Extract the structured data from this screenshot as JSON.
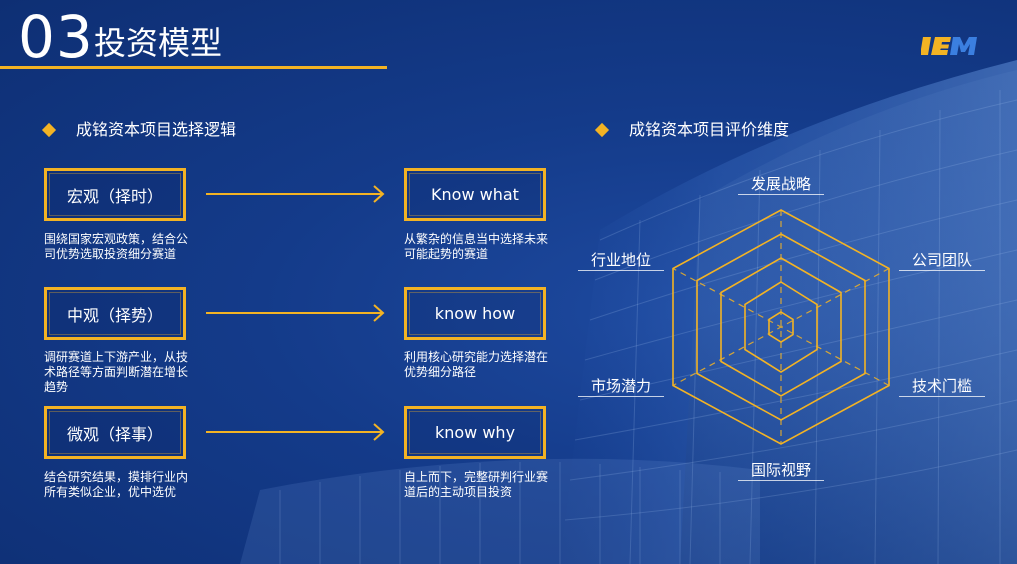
{
  "header": {
    "number": "03",
    "title": "投资模型",
    "logo_text": "IEM"
  },
  "left": {
    "heading": "成铭资本项目选择逻辑",
    "rows": [
      {
        "left_label": "宏观（择时）",
        "left_desc": "围绕国家宏观政策，结合公司优势选取投资细分赛道",
        "right_label": "Know what",
        "right_desc": "从繁杂的信息当中选择未来可能起势的赛道"
      },
      {
        "left_label": "中观（择势）",
        "left_desc": "调研赛道上下游产业，从技术路径等方面判断潜在增长趋势",
        "right_label": "know how",
        "right_desc": "利用核心研究能力选择潜在优势细分路径"
      },
      {
        "left_label": "微观（择事）",
        "left_desc": "结合研究结果，摸排行业内所有类似企业，优中选优",
        "right_label": "know why",
        "right_desc": "自上而下，完整研判行业赛道后的主动项目投资"
      }
    ]
  },
  "right": {
    "heading": "成铭资本项目评价维度",
    "radar_axes": [
      "发展战略",
      "公司团队",
      "技术门槛",
      "国际视野",
      "市场潜力",
      "行业地位"
    ]
  },
  "colors": {
    "accent": "#f3b324",
    "background": "#143b8a",
    "text": "#ffffff"
  }
}
